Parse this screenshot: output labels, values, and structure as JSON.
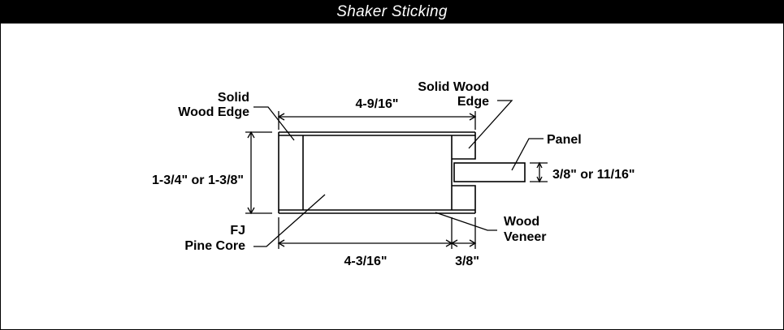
{
  "title": "Shaker Sticking",
  "labels": {
    "solid_wood_edge_left_line1": "Solid",
    "solid_wood_edge_left_line2": "Wood Edge",
    "solid_wood_edge_right_line1": "Solid Wood",
    "solid_wood_edge_right_line2": "Edge",
    "panel": "Panel",
    "fj_line1": "FJ",
    "fj_line2": "Pine Core",
    "wood_veneer_line1": "Wood",
    "wood_veneer_line2": "Veneer"
  },
  "dimensions": {
    "top_width": "4-9/16\"",
    "thickness": "1-3/4\" or 1-3/8\"",
    "panel_thickness": "3/8\" or 11/16\"",
    "core_width": "4-3/16\"",
    "edge_width": "3/8\""
  }
}
